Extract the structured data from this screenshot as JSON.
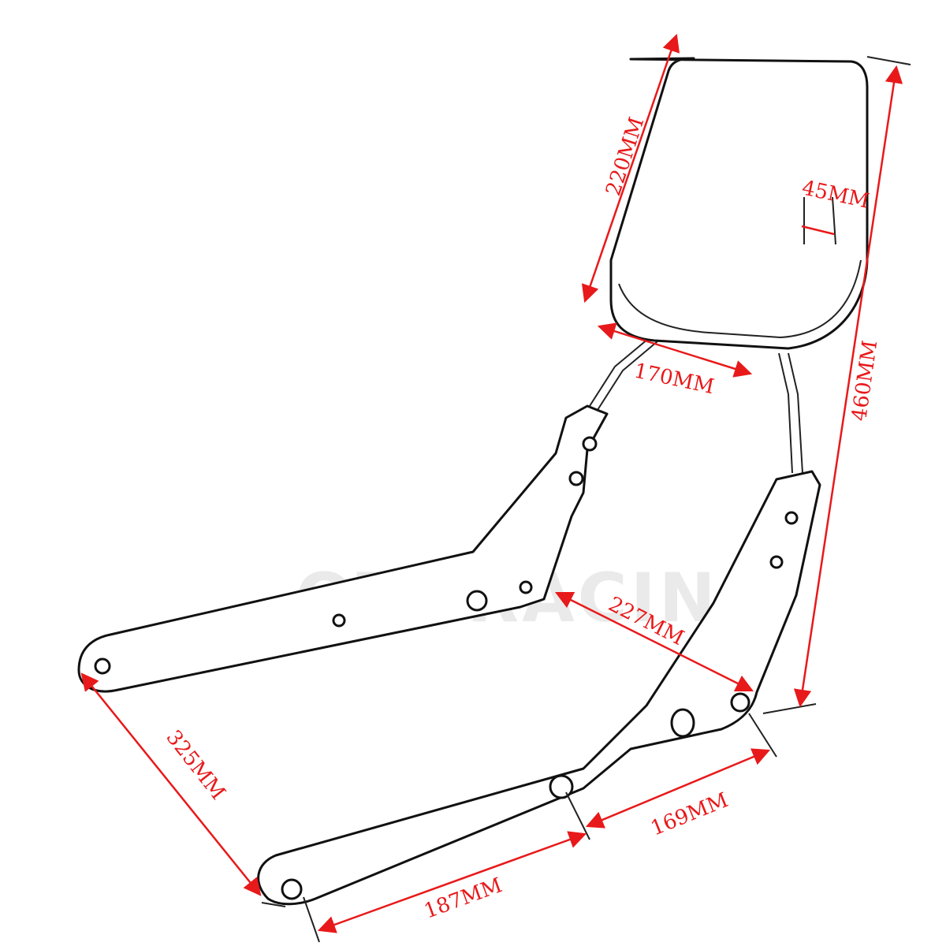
{
  "watermark": "OTORACING",
  "colors": {
    "dimension": "#e8191a",
    "outline": "#111111",
    "watermark": "#d9d9d9"
  },
  "dimensions": {
    "pad_height": "220MM",
    "pad_thickness": "45MM",
    "pad_width": "170MM",
    "total_height": "460MM",
    "inner_width": "227MM",
    "arm_length": "325MM",
    "mount_spacing_upper": "169MM",
    "mount_spacing_lower": "187MM"
  }
}
